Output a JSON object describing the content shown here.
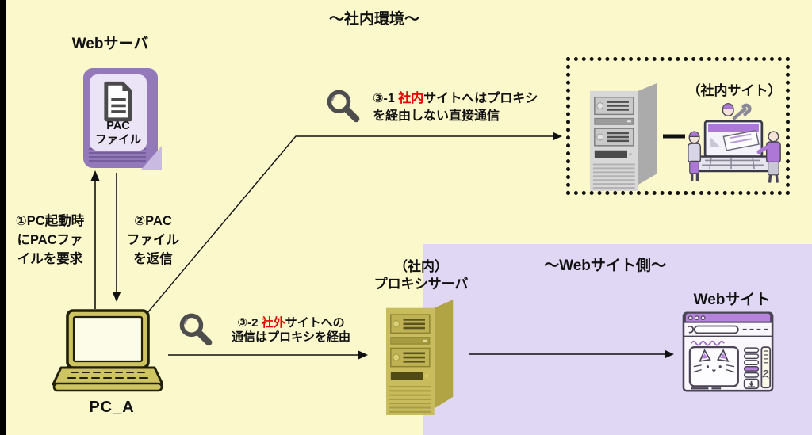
{
  "titles": {
    "internal_env": "～社内環境～",
    "website_side": "～Webサイト側～"
  },
  "web_server": {
    "label": "Webサーバ",
    "pac_file_line1": "PAC",
    "pac_file_line2": "ファイル"
  },
  "pc": {
    "label": "PC_A"
  },
  "internal_site": {
    "label": "（社内サイト）"
  },
  "proxy_server": {
    "label_line1": "（社内）",
    "label_line2": "プロキシサーバ"
  },
  "website": {
    "label": "Webサイト"
  },
  "steps": {
    "step1": "①PC起動時\nにPACファ\nイルを要求",
    "step2": "②PAC\nファイル\nを返信",
    "step3_1": {
      "prefix": "③-1 ",
      "highlight": "社内",
      "rest": "サイトへはプロキシ",
      "line2": "を経由しない直接通信"
    },
    "step3_2": {
      "prefix": "③-2 ",
      "highlight": "社外",
      "rest": "サイトへの",
      "line2": "通信はプロキシを経由"
    }
  },
  "icons": {
    "magnifier": "magnifier-icon",
    "document": "pac-document-icon",
    "server_gray": "internal-site-server-icon",
    "server_olive": "proxy-server-icon",
    "laptop": "pc-laptop-icon",
    "browser": "website-browser-icon",
    "construction": "site-under-construction-icon"
  },
  "colors": {
    "background_internal": "#FBF8CC",
    "background_website_side": "#DFD7F3",
    "highlight_red": "#E60000",
    "server_purple": "#9379BA",
    "device_olive": "#C8BC5D",
    "clipart_purple": "#AC77D6",
    "outline_black": "#111111"
  }
}
